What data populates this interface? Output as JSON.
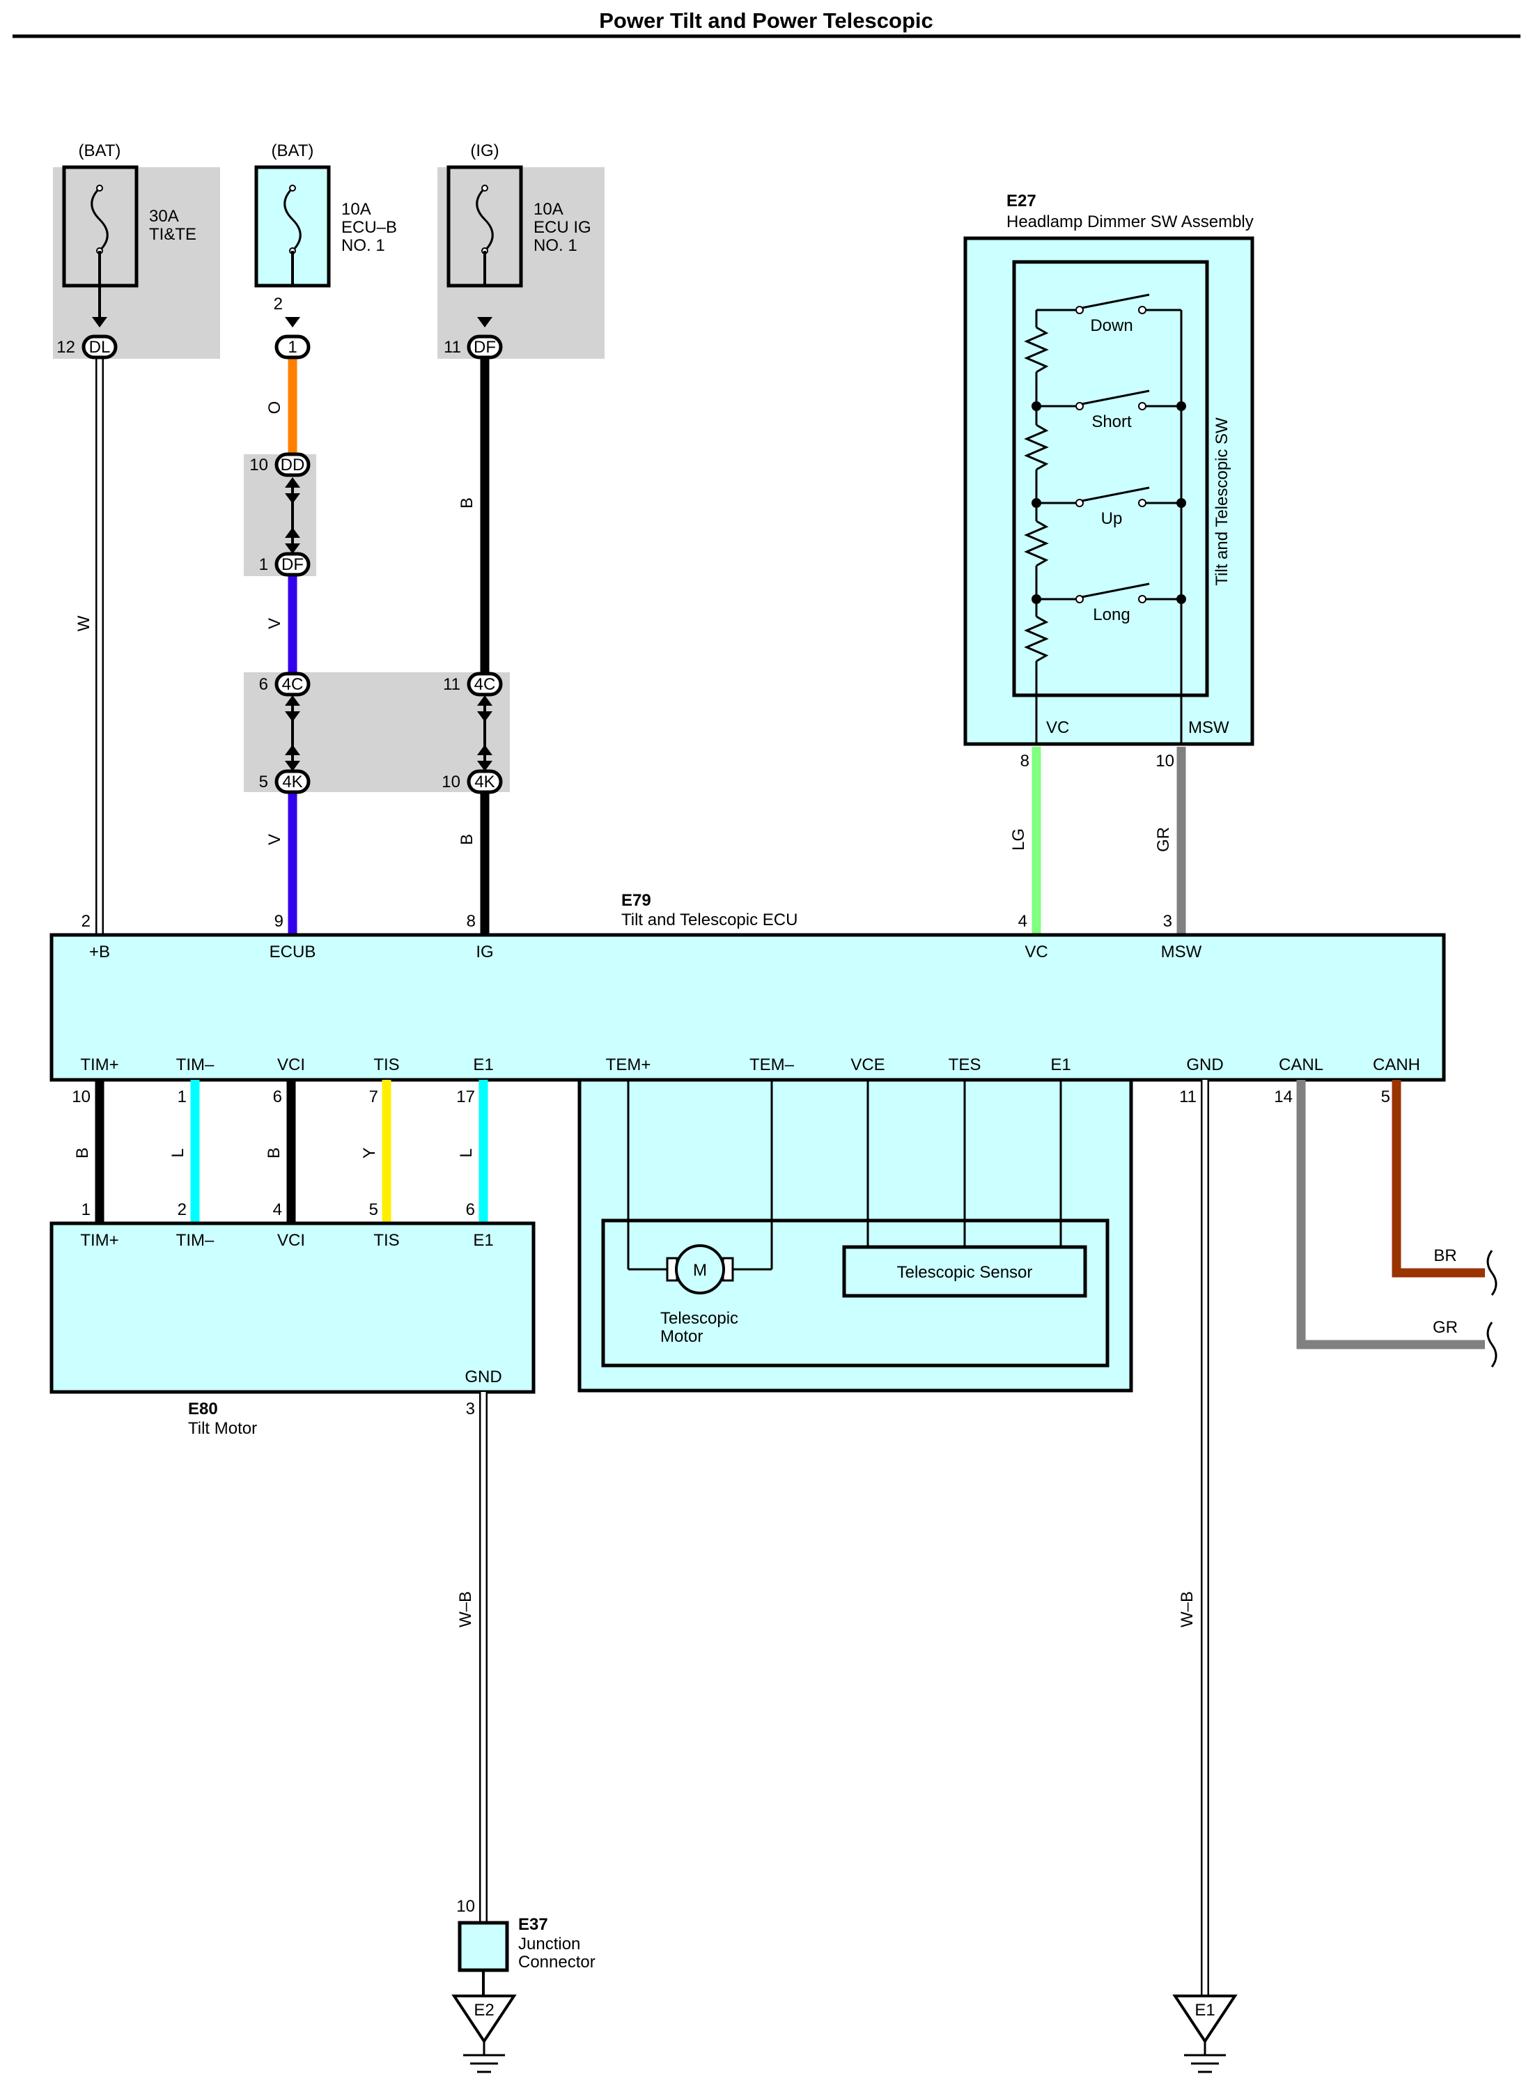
{
  "title": "Power Tilt and Power Telescopic",
  "colors": {
    "component_fill": "#ccffff",
    "junction_fill": "#d3d3d3",
    "wire_O": "#ff8000",
    "wire_V": "#3300ee",
    "wire_B": "#000000",
    "wire_W": "#ffffff",
    "wire_LG": "#80ff80",
    "wire_GR": "#808080",
    "wire_L": "#00ffff",
    "wire_Y": "#ffee00",
    "wire_BR": "#993300"
  },
  "fuses": [
    {
      "source": "(BAT)",
      "rating": "30A",
      "name_l1": "TI&TE",
      "name_l2": "",
      "pin_top": "",
      "pin": "12",
      "conn": "DL"
    },
    {
      "source": "(BAT)",
      "rating": "10A",
      "name_l1": "ECU–B",
      "name_l2": "NO. 1",
      "pin_top": "2",
      "pin": "",
      "conn": "1"
    },
    {
      "source": "(IG)",
      "rating": "10A",
      "name_l1": "ECU IG",
      "name_l2": "NO. 1",
      "pin_top": "",
      "pin": "11",
      "conn": "DF"
    }
  ],
  "junctions": {
    "dd": {
      "pin": "10",
      "conn": "DD"
    },
    "df": {
      "pin": "1",
      "conn": "DF"
    },
    "c4c_left": {
      "pin": "6",
      "conn": "4C"
    },
    "c4k_left": {
      "pin": "5",
      "conn": "4K"
    },
    "c4c_right": {
      "pin": "11",
      "conn": "4C"
    },
    "c4k_right": {
      "pin": "10",
      "conn": "4K"
    }
  },
  "wires": {
    "w_bat": "W",
    "o_ecub": "O",
    "v_upper": "V",
    "v_lower": "V",
    "b_upper": "B",
    "b_lower": "B",
    "lg": "LG",
    "gr": "GR",
    "tim_plus": "B",
    "tim_minus": "L",
    "vci": "B",
    "tis": "Y",
    "e1": "L",
    "gnd_e80": "W–B",
    "gnd_ecu": "W–B",
    "canh": "BR",
    "canl": "GR"
  },
  "e27": {
    "code": "E27",
    "name": "Headlamp Dimmer SW Assembly",
    "inner_label": "Tilt and Telescopic SW",
    "switches": [
      "Down",
      "Short",
      "Up",
      "Long"
    ],
    "pin_vc": "VC",
    "pin_msw": "MSW",
    "pin_vc_num": "8",
    "pin_msw_num": "10"
  },
  "e79": {
    "code": "E79",
    "name": "Tilt and Telescopic ECU",
    "top_pins": [
      {
        "label": "+B",
        "num": "2"
      },
      {
        "label": "ECUB",
        "num": "9"
      },
      {
        "label": "IG",
        "num": "8"
      },
      {
        "label": "VC",
        "num": "4"
      },
      {
        "label": "MSW",
        "num": "3"
      }
    ],
    "bottom_pins": [
      {
        "label": "TIM+",
        "num": "10"
      },
      {
        "label": "TIM–",
        "num": "1"
      },
      {
        "label": "VCI",
        "num": "6"
      },
      {
        "label": "TIS",
        "num": "7"
      },
      {
        "label": "E1",
        "num": "17"
      },
      {
        "label": "TEM+",
        "num": ""
      },
      {
        "label": "TEM–",
        "num": ""
      },
      {
        "label": "VCE",
        "num": ""
      },
      {
        "label": "TES",
        "num": ""
      },
      {
        "label": "E1",
        "num": ""
      },
      {
        "label": "GND",
        "num": "11"
      },
      {
        "label": "CANL",
        "num": "14"
      },
      {
        "label": "CANH",
        "num": "5"
      }
    ]
  },
  "e80": {
    "code": "E80",
    "name": "Tilt Motor",
    "pins": [
      {
        "label": "TIM+",
        "num": "1"
      },
      {
        "label": "TIM–",
        "num": "2"
      },
      {
        "label": "VCI",
        "num": "4"
      },
      {
        "label": "TIS",
        "num": "5"
      },
      {
        "label": "E1",
        "num": "6"
      }
    ],
    "gnd_label": "GND",
    "gnd_num": "3"
  },
  "telescopic": {
    "motor_symbol": "M",
    "motor_l1": "Telescopic",
    "motor_l2": "Motor",
    "sensor": "Telescopic Sensor"
  },
  "e37": {
    "code": "E37",
    "name_l1": "Junction",
    "name_l2": "Connector",
    "pin": "10"
  },
  "grounds": [
    "E2",
    "E1"
  ]
}
